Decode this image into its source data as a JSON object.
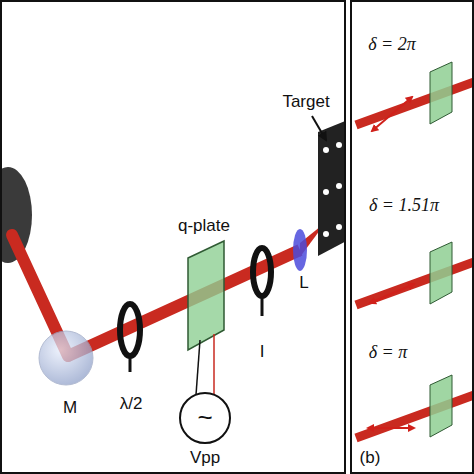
{
  "diagram": {
    "labels": [
      "M",
      "λ/2",
      "q-plate",
      "I",
      "L",
      "Target",
      "~",
      "Vpp",
      "δ = 2π",
      "δ = 1.51π",
      "δ = π",
      "(b)"
    ]
  }
}
